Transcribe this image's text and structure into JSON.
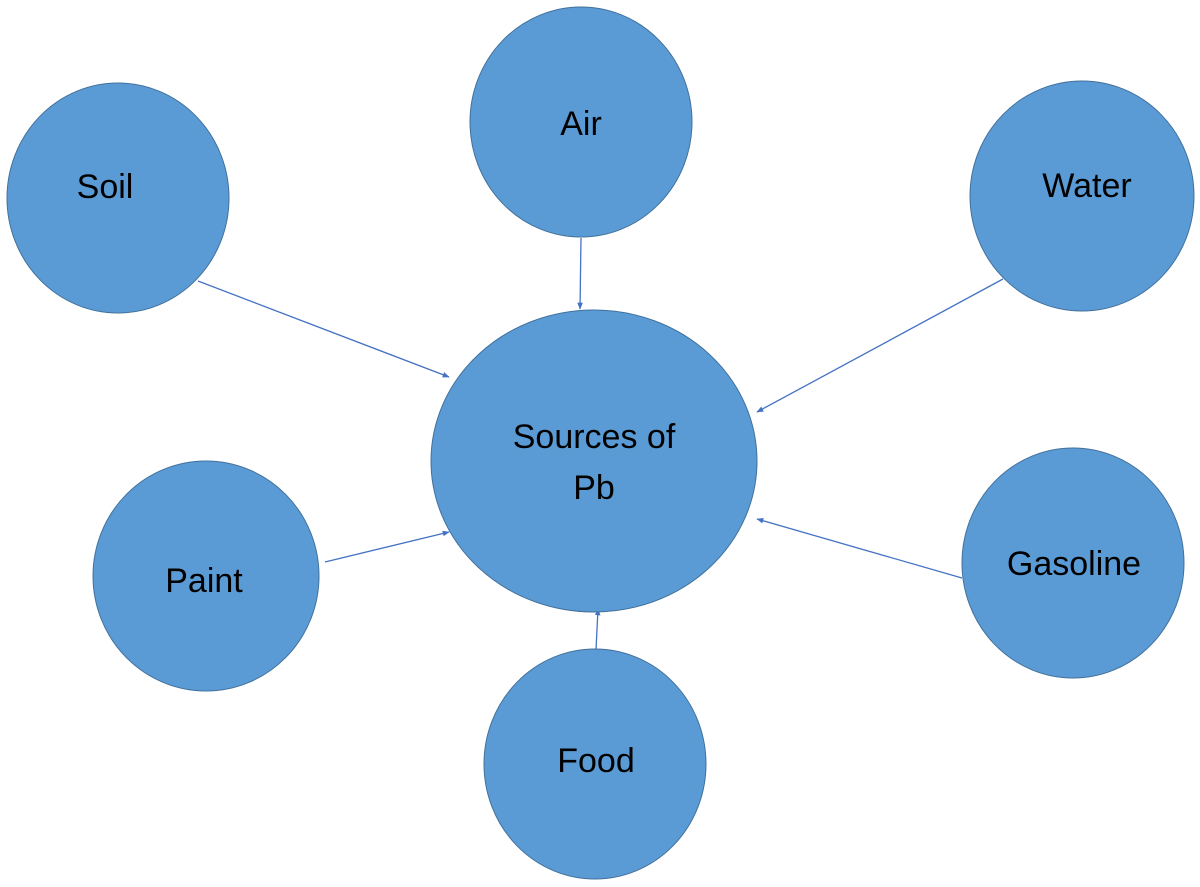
{
  "colors": {
    "node_fill": "#5b9bd5",
    "node_stroke": "#41719c",
    "connector": "#4472c4",
    "label": "#000000"
  },
  "center": {
    "label_line1": "Sources of",
    "label_line2": "Pb"
  },
  "sources": {
    "air": "Air",
    "soil": "Soil",
    "water": "Water",
    "paint": "Paint",
    "gasoline": "Gasoline",
    "food": "Food"
  }
}
